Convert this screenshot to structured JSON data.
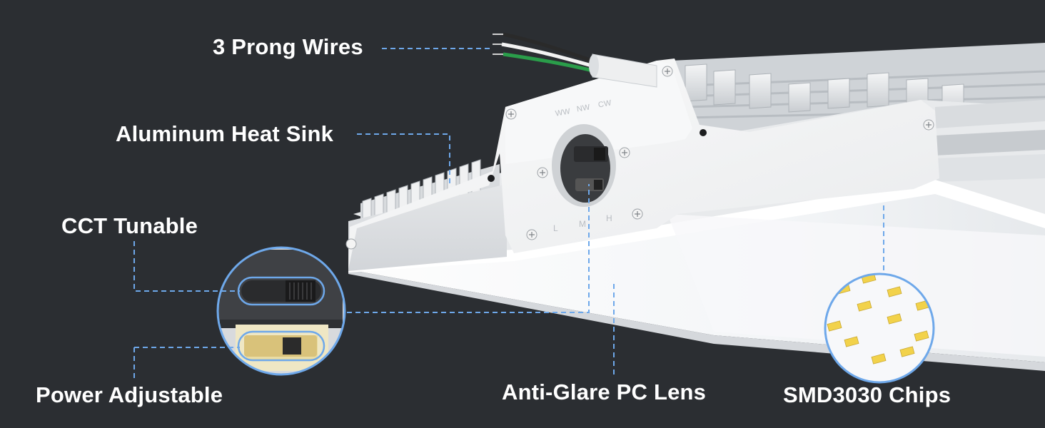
{
  "callouts": {
    "prong_wires": "3 Prong Wires",
    "heat_sink": "Aluminum Heat Sink",
    "cct_tunable": "CCT Tunable",
    "power_adjustable": "Power Adjustable",
    "lens": "Anti-Glare PC Lens",
    "chips": "SMD3030 Chips"
  },
  "fixture_markings": {
    "cct_ww": "WW",
    "cct_nw": "NW",
    "cct_cw": "CW",
    "power_l": "L",
    "power_m": "M",
    "power_h": "H"
  },
  "colors": {
    "background": "#2b2e32",
    "leader_line": "#6ea8ea",
    "callout_text": "#ffffff",
    "fixture_white": "#f2f3f4",
    "chip_yellow": "#f2d24a",
    "wire_green": "#2a9d4a"
  }
}
